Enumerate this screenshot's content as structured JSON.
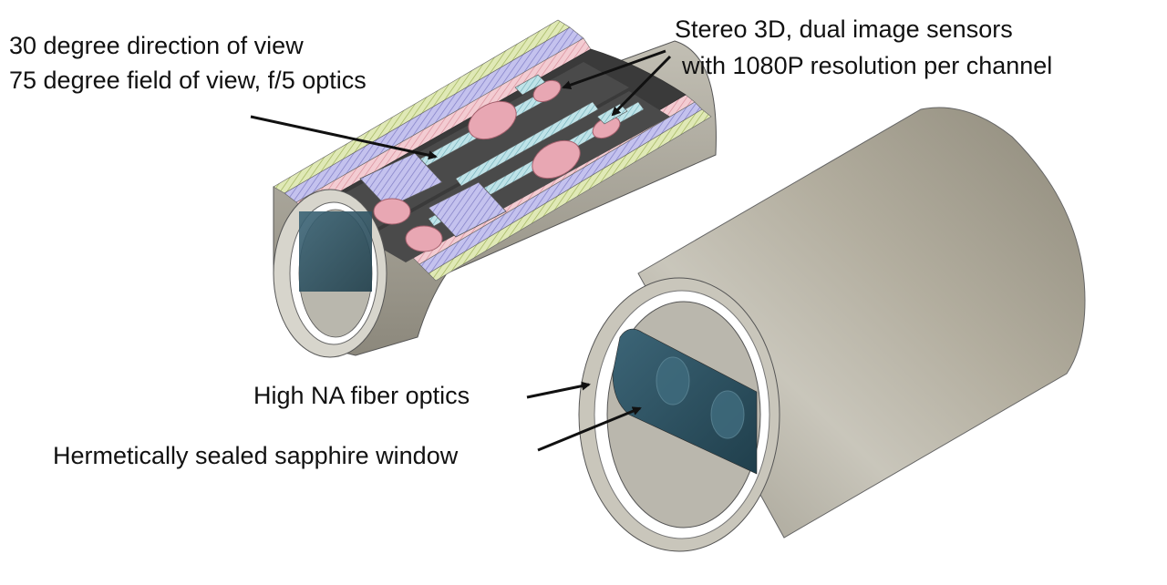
{
  "annotations": {
    "direction_of_view": "30 degree direction of view",
    "field_of_view": "75 degree field of view, f/5 optics",
    "stereo": "Stereo 3D, dual image sensors",
    "resolution": "with 1080P resolution per channel",
    "fiber_optics": "High NA fiber optics",
    "sapphire_window": "Hermetically sealed sapphire window"
  },
  "colors": {
    "tube_metal": "#b7b3a6",
    "tube_light": "#d9d7cf",
    "sapphire": "#2f5a6b",
    "lens_pink": "#e8a7b3",
    "hatch_blue": "#b9b7e6",
    "hatch_pink": "#f0c2c8",
    "hatch_green": "#d8e3a7"
  }
}
